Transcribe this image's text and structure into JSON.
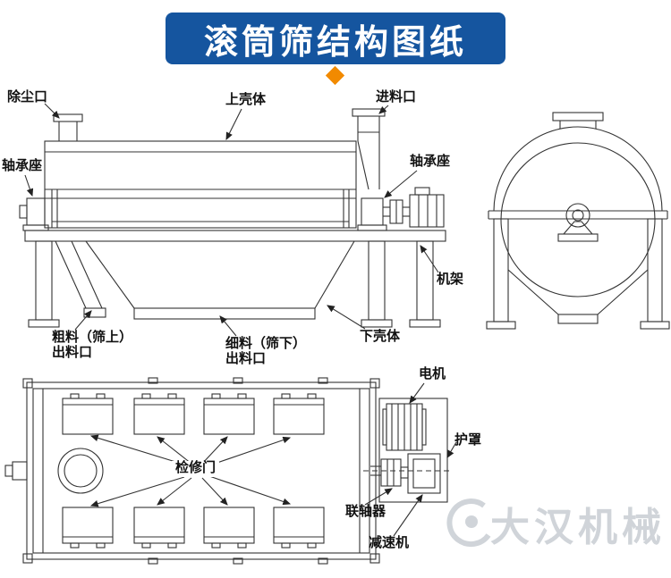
{
  "header": {
    "title": "滚筒筛结构图纸"
  },
  "side_view_labels": {
    "dust_port": "除尘口",
    "upper_housing": "上壳体",
    "feed_inlet": "进料口",
    "bearing_seat_left": "轴承座",
    "bearing_seat_right": "轴承座",
    "frame": "机架",
    "coarse_outlet_line1": "粗料（筛上）",
    "coarse_outlet_line2": "出料口",
    "fine_outlet_line1": "细料（筛下）",
    "fine_outlet_line2": "出料口",
    "lower_housing": "下壳体"
  },
  "top_view_labels": {
    "motor": "电机",
    "guard": "护罩",
    "inspection_door": "检修门",
    "coupling": "联轴器",
    "reducer": "减速机"
  },
  "watermark": {
    "brand": "大汉机械"
  },
  "colors": {
    "banner_blue": "#15559f",
    "diamond_orange": "#f28a00",
    "line": "#333333",
    "watermark_gray": "#aab2bb"
  }
}
